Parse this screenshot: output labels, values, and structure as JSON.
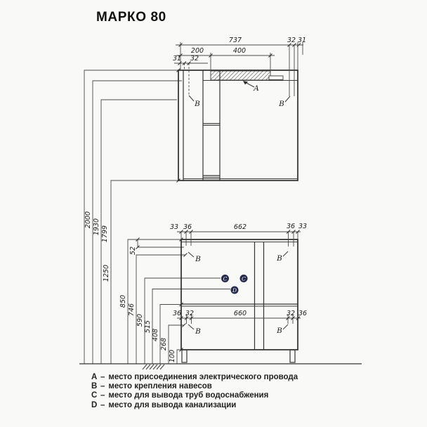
{
  "title": "МАРКО 80",
  "dims": {
    "mirror_top": [
      "737",
      "200",
      "400",
      "31",
      "32",
      "32",
      "31"
    ],
    "vanity_top": [
      "33",
      "36",
      "662",
      "36",
      "33"
    ],
    "vanity_drawer": [
      "36",
      "32",
      "660",
      "32",
      "36"
    ],
    "heights": [
      "2000",
      "1930",
      "1799",
      "1250",
      "850",
      "52",
      "746",
      "590",
      "515",
      "408",
      "268",
      "100"
    ]
  },
  "point_labels": {
    "a": "A",
    "b": "B",
    "c": "C",
    "d": "D"
  },
  "legend": {
    "sep": "–",
    "items": [
      {
        "letter": "А",
        "text": "место присоединения электрического провода"
      },
      {
        "letter": "В",
        "text": "место крепления навесов"
      },
      {
        "letter": "С",
        "text": "место для вывода труб водоснабжения"
      },
      {
        "letter": "D",
        "text": "место для вывода канализации"
      }
    ]
  },
  "colors": {
    "line": "#3c3c3c",
    "hole_fill": "#262b4c",
    "text": "#1c1c1c"
  }
}
